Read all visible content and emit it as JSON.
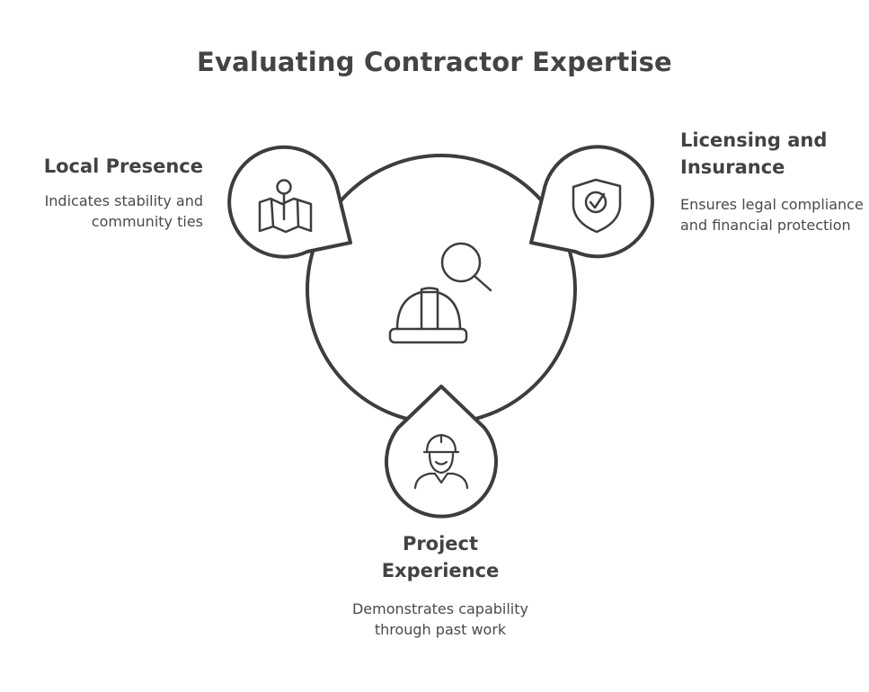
{
  "title": "Evaluating Contractor Expertise",
  "center": {
    "icons": [
      "hard-hat-icon",
      "magnifier-icon"
    ]
  },
  "items": [
    {
      "title": "Local Presence",
      "description": "Indicates stability and community ties",
      "icon": "map-pin-icon"
    },
    {
      "title": "Licensing and Insurance",
      "description": "Ensures legal compliance and financial protection",
      "icon": "shield-check-icon"
    },
    {
      "title": "Project Experience",
      "description": "Demonstrates capability through past work",
      "icon": "worker-icon"
    }
  ],
  "colors": {
    "stroke": "#3d3d3d",
    "text": "#444444",
    "background": "#ffffff"
  }
}
